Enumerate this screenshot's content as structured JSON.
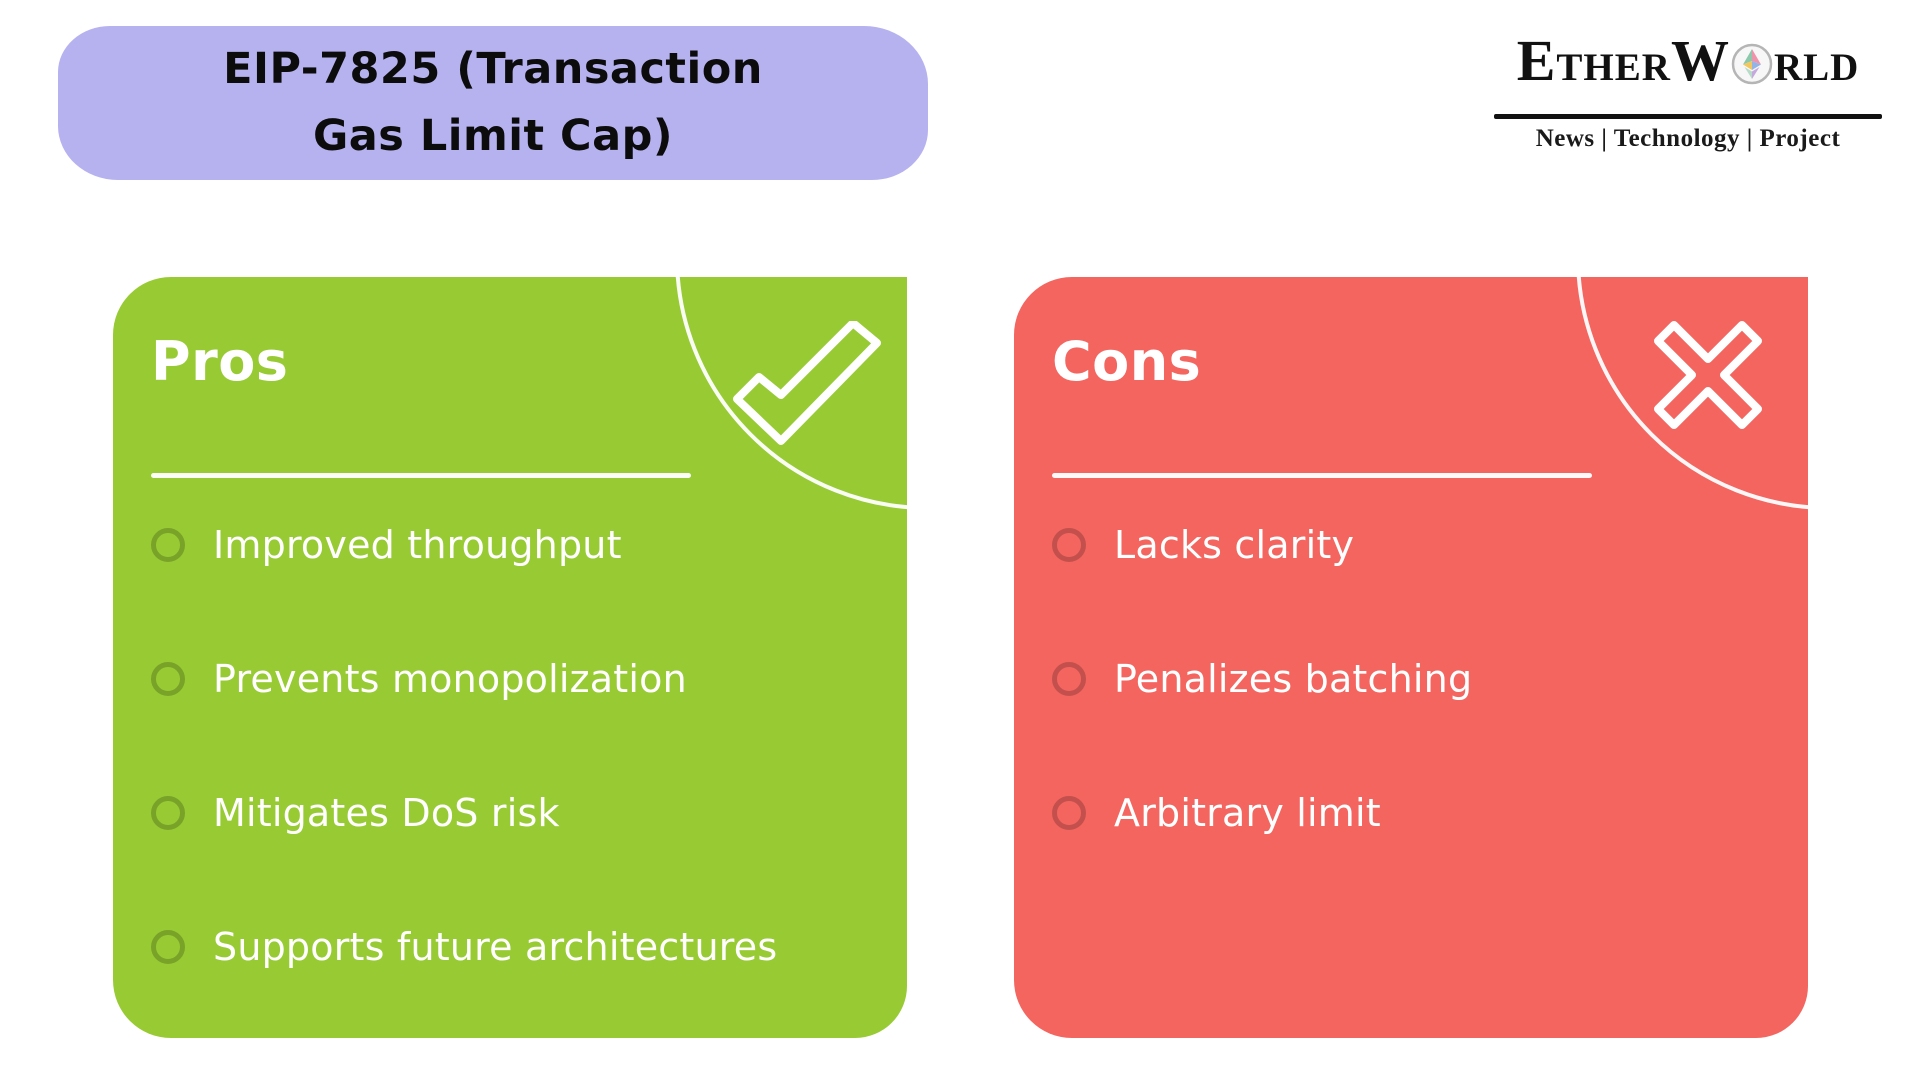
{
  "title_banner": {
    "line1": "EIP-7825 (Transaction",
    "line2": "Gas Limit Cap)",
    "bg_color": "#b6b2ef",
    "text_color": "#0c0c0c"
  },
  "logo": {
    "part_e": "E",
    "part_ther": "THER",
    "part_w": "W",
    "part_rld": "RLD",
    "globe_icon": "ethereum-globe-icon",
    "tagline": "News | Technology | Project"
  },
  "pros_card": {
    "title": "Pros",
    "bg_color": "#98cb33",
    "icon": "check-icon",
    "items": [
      "Improved throughput",
      "Prevents monopolization",
      "Mitigates DoS risk",
      "Supports future architectures"
    ]
  },
  "cons_card": {
    "title": "Cons",
    "bg_color": "#f4655f",
    "icon": "cross-icon",
    "items": [
      "Lacks clarity",
      "Penalizes batching",
      "Arbitrary limit"
    ]
  }
}
